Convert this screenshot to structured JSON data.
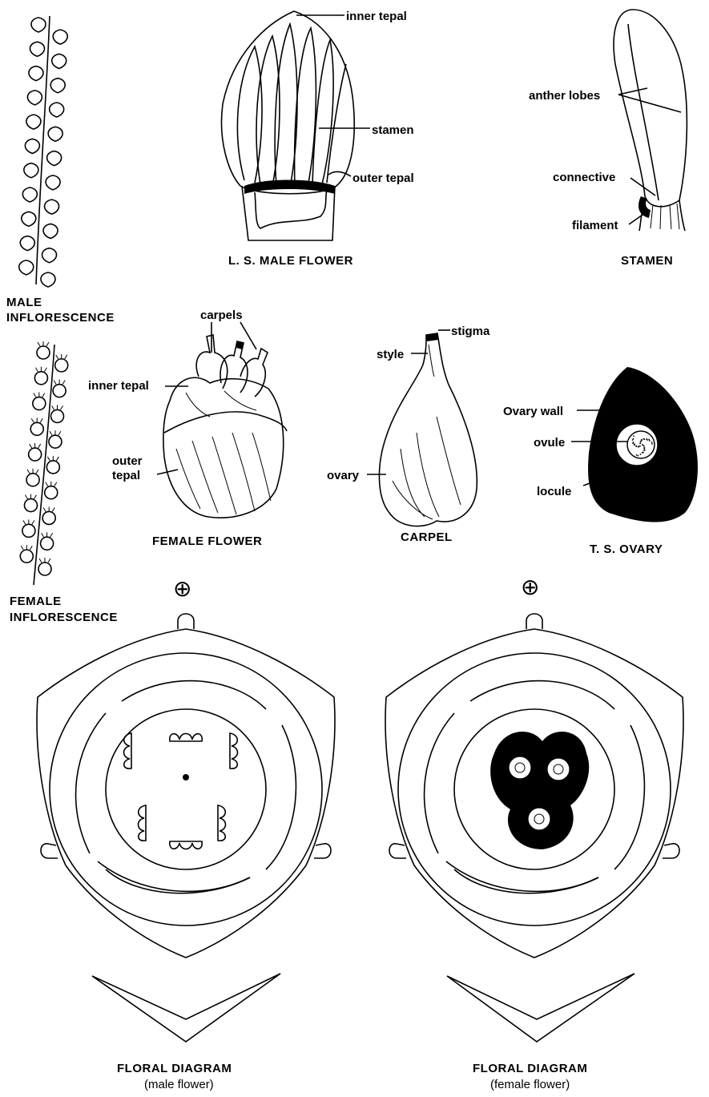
{
  "male_inflorescence": {
    "caption_line1": "MALE",
    "caption_line2": "INFLORESCENCE"
  },
  "ls_male_flower": {
    "caption": "L. S. MALE FLOWER",
    "labels": {
      "inner_tepal": "inner tepal",
      "stamen": "stamen",
      "outer_tepal": "outer tepal"
    }
  },
  "stamen": {
    "caption": "STAMEN",
    "labels": {
      "anther_lobes": "anther lobes",
      "connective": "connective",
      "filament": "filament"
    }
  },
  "female_inflorescence": {
    "caption_line1": "FEMALE",
    "caption_line2": "INFLORESCENCE"
  },
  "female_flower": {
    "caption": "FEMALE FLOWER",
    "labels": {
      "carpels": "carpels",
      "inner_tepal": "inner tepal",
      "outer_line1": "outer",
      "outer_line2": "tepal"
    }
  },
  "carpel": {
    "caption": "CARPEL",
    "labels": {
      "stigma": "stigma",
      "style": "style",
      "ovary": "ovary"
    }
  },
  "ts_ovary": {
    "caption": "T. S. OVARY",
    "labels": {
      "ovary_wall": "Ovary wall",
      "ovule": "ovule",
      "locule": "locule"
    }
  },
  "floral_diagram_male": {
    "symbol": "⊕",
    "title": "FLORAL DIAGRAM",
    "subtitle": "(male flower)"
  },
  "floral_diagram_female": {
    "symbol": "⊕",
    "title": "FLORAL DIAGRAM",
    "subtitle": "(female flower)"
  }
}
